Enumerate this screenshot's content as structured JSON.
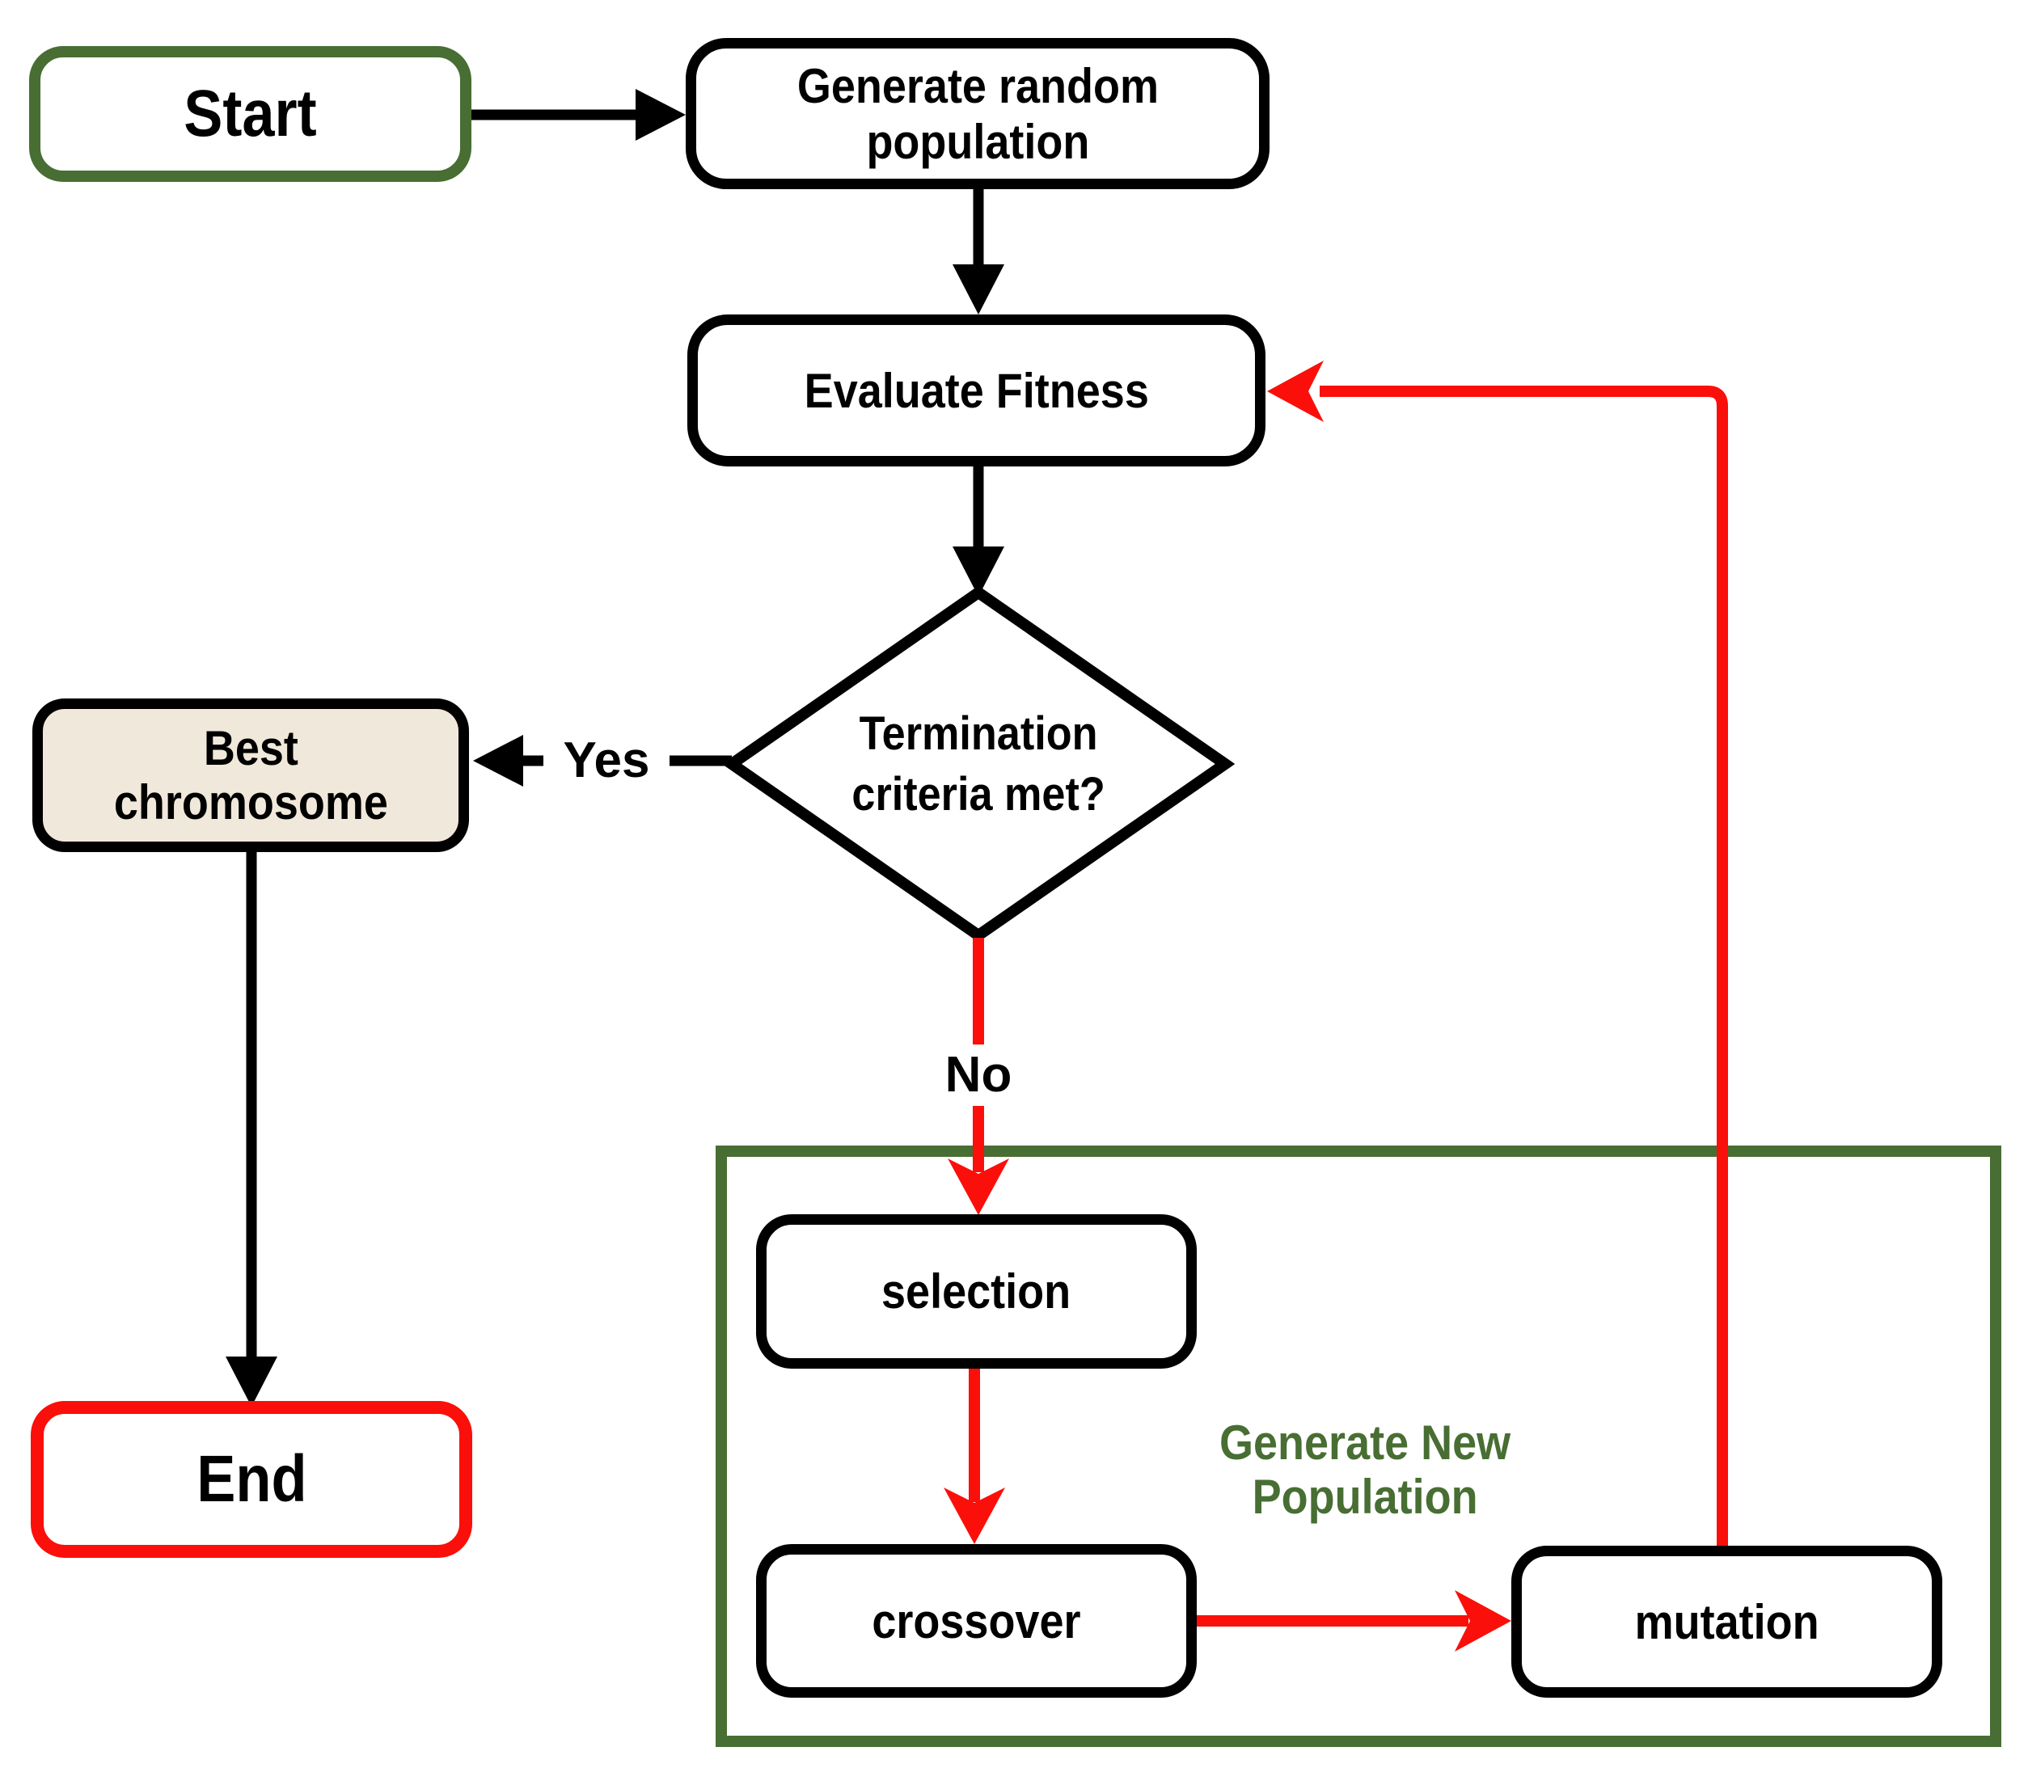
{
  "colors": {
    "green": "#486e33",
    "red": "#fb0f0a",
    "tan": "#f0e8da",
    "ink": "#000000",
    "paper": "#ffffff"
  },
  "nodes": {
    "start": {
      "label": "Start"
    },
    "generate_population": {
      "label": "Generate random\npopulation"
    },
    "evaluate_fitness": {
      "label": "Evaluate Fitness"
    },
    "termination_decision": {
      "label": "Termination\ncriteria met?"
    },
    "best_chromosome": {
      "label": "Best\nchromosome"
    },
    "end": {
      "label": "End"
    },
    "selection": {
      "label": "selection"
    },
    "crossover": {
      "label": "crossover"
    },
    "mutation": {
      "label": "mutation"
    }
  },
  "edges": {
    "yes_label": "Yes",
    "no_label": "No"
  },
  "group": {
    "label": "Generate New\nPopulation"
  }
}
